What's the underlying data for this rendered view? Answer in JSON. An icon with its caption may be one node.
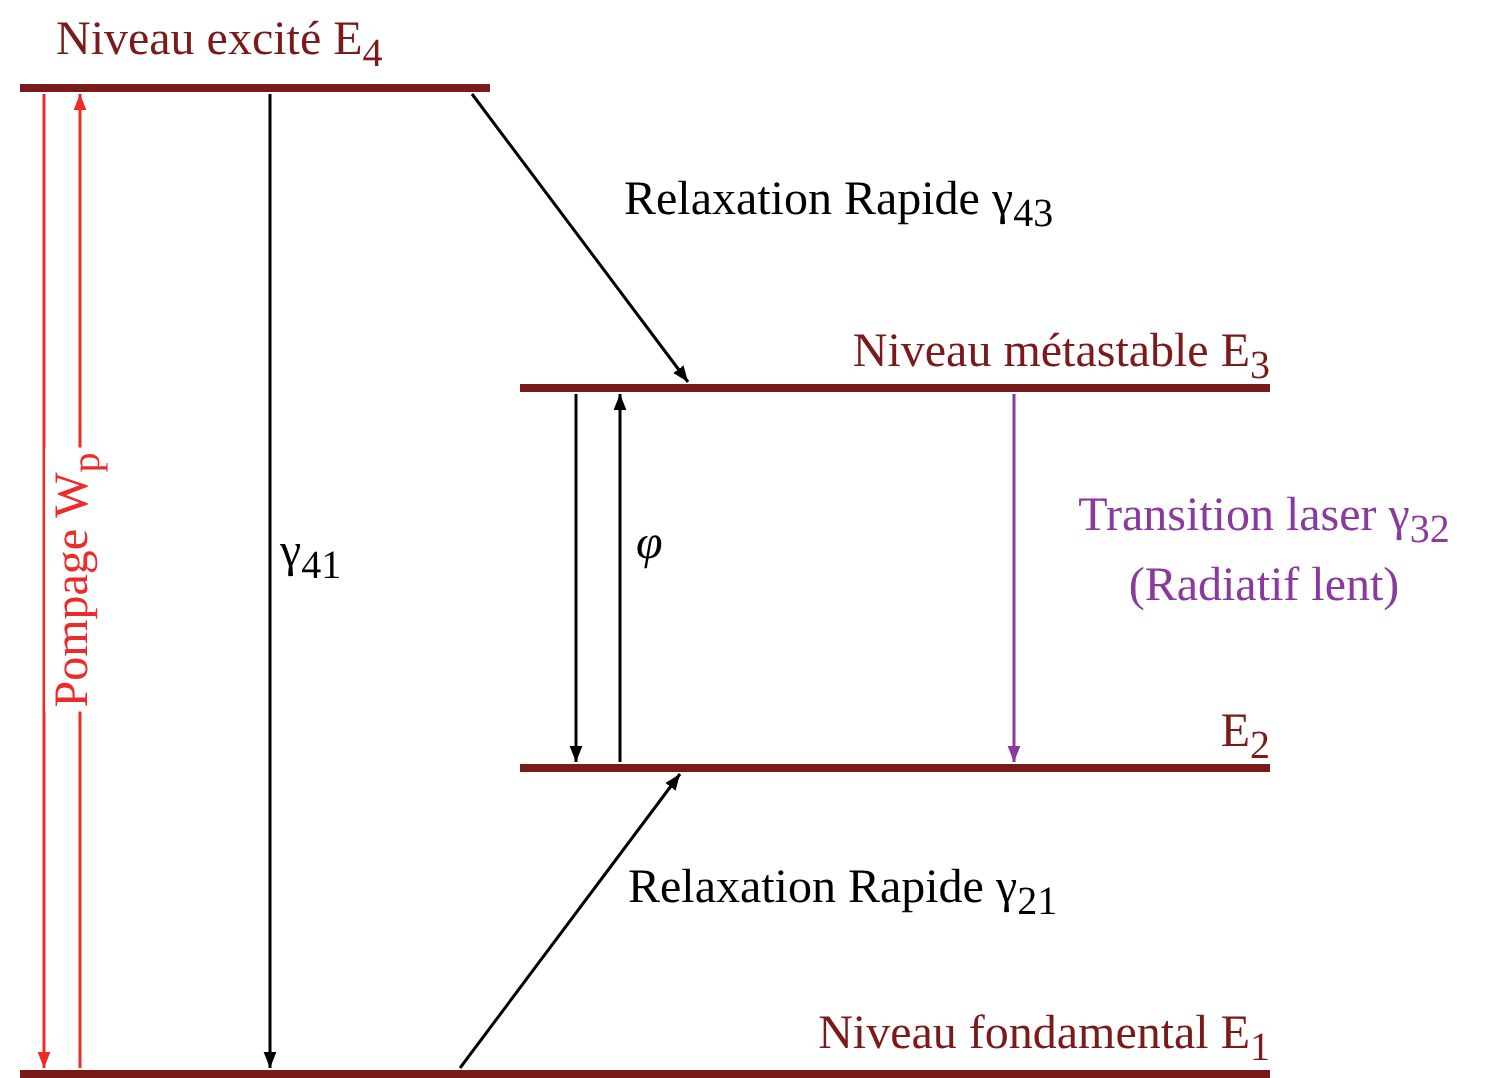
{
  "diagram": {
    "nodes": [
      {
        "text": [
          "Niveau excité E$_{4}$"
        ]
      },
      {
        "text": [
          "Niveau métastable E$_{3}$"
        ]
      },
      {
        "text": [
          "E$_{2}$"
        ]
      },
      {
        "text": [
          "Niveau fondamental E$_{1}$"
        ]
      }
    ],
    "edges": [
      {
        "from": 0,
        "to": 1,
        "arrow": "to",
        "label": "Relaxation Rapide γ$_{43}$"
      },
      {
        "from": 0,
        "to": 3,
        "arrow": "to",
        "label": "γ$_{41}$"
      },
      {
        "from": 0,
        "to": 3,
        "arrow": "to",
        "color": "#ee2b2b"
      },
      {
        "from": 3,
        "to": 0,
        "arrow": "to",
        "color": "#ee2b2b",
        "label": "Pompage W$_{p}$"
      },
      {
        "from": 1,
        "to": 2,
        "arrow": "to"
      },
      {
        "from": 2,
        "to": 1,
        "arrow": "to",
        "label": "φ"
      },
      {
        "from": 1,
        "to": 2,
        "arrow": "to",
        "color": "#8a3a9e",
        "label": "Transition laser γ$_{32}$ (Radiatif lent)"
      },
      {
        "from": 3,
        "to": 2,
        "arrow": "to",
        "label": "Relaxation Rapide γ$_{21}$"
      }
    ]
  }
}
